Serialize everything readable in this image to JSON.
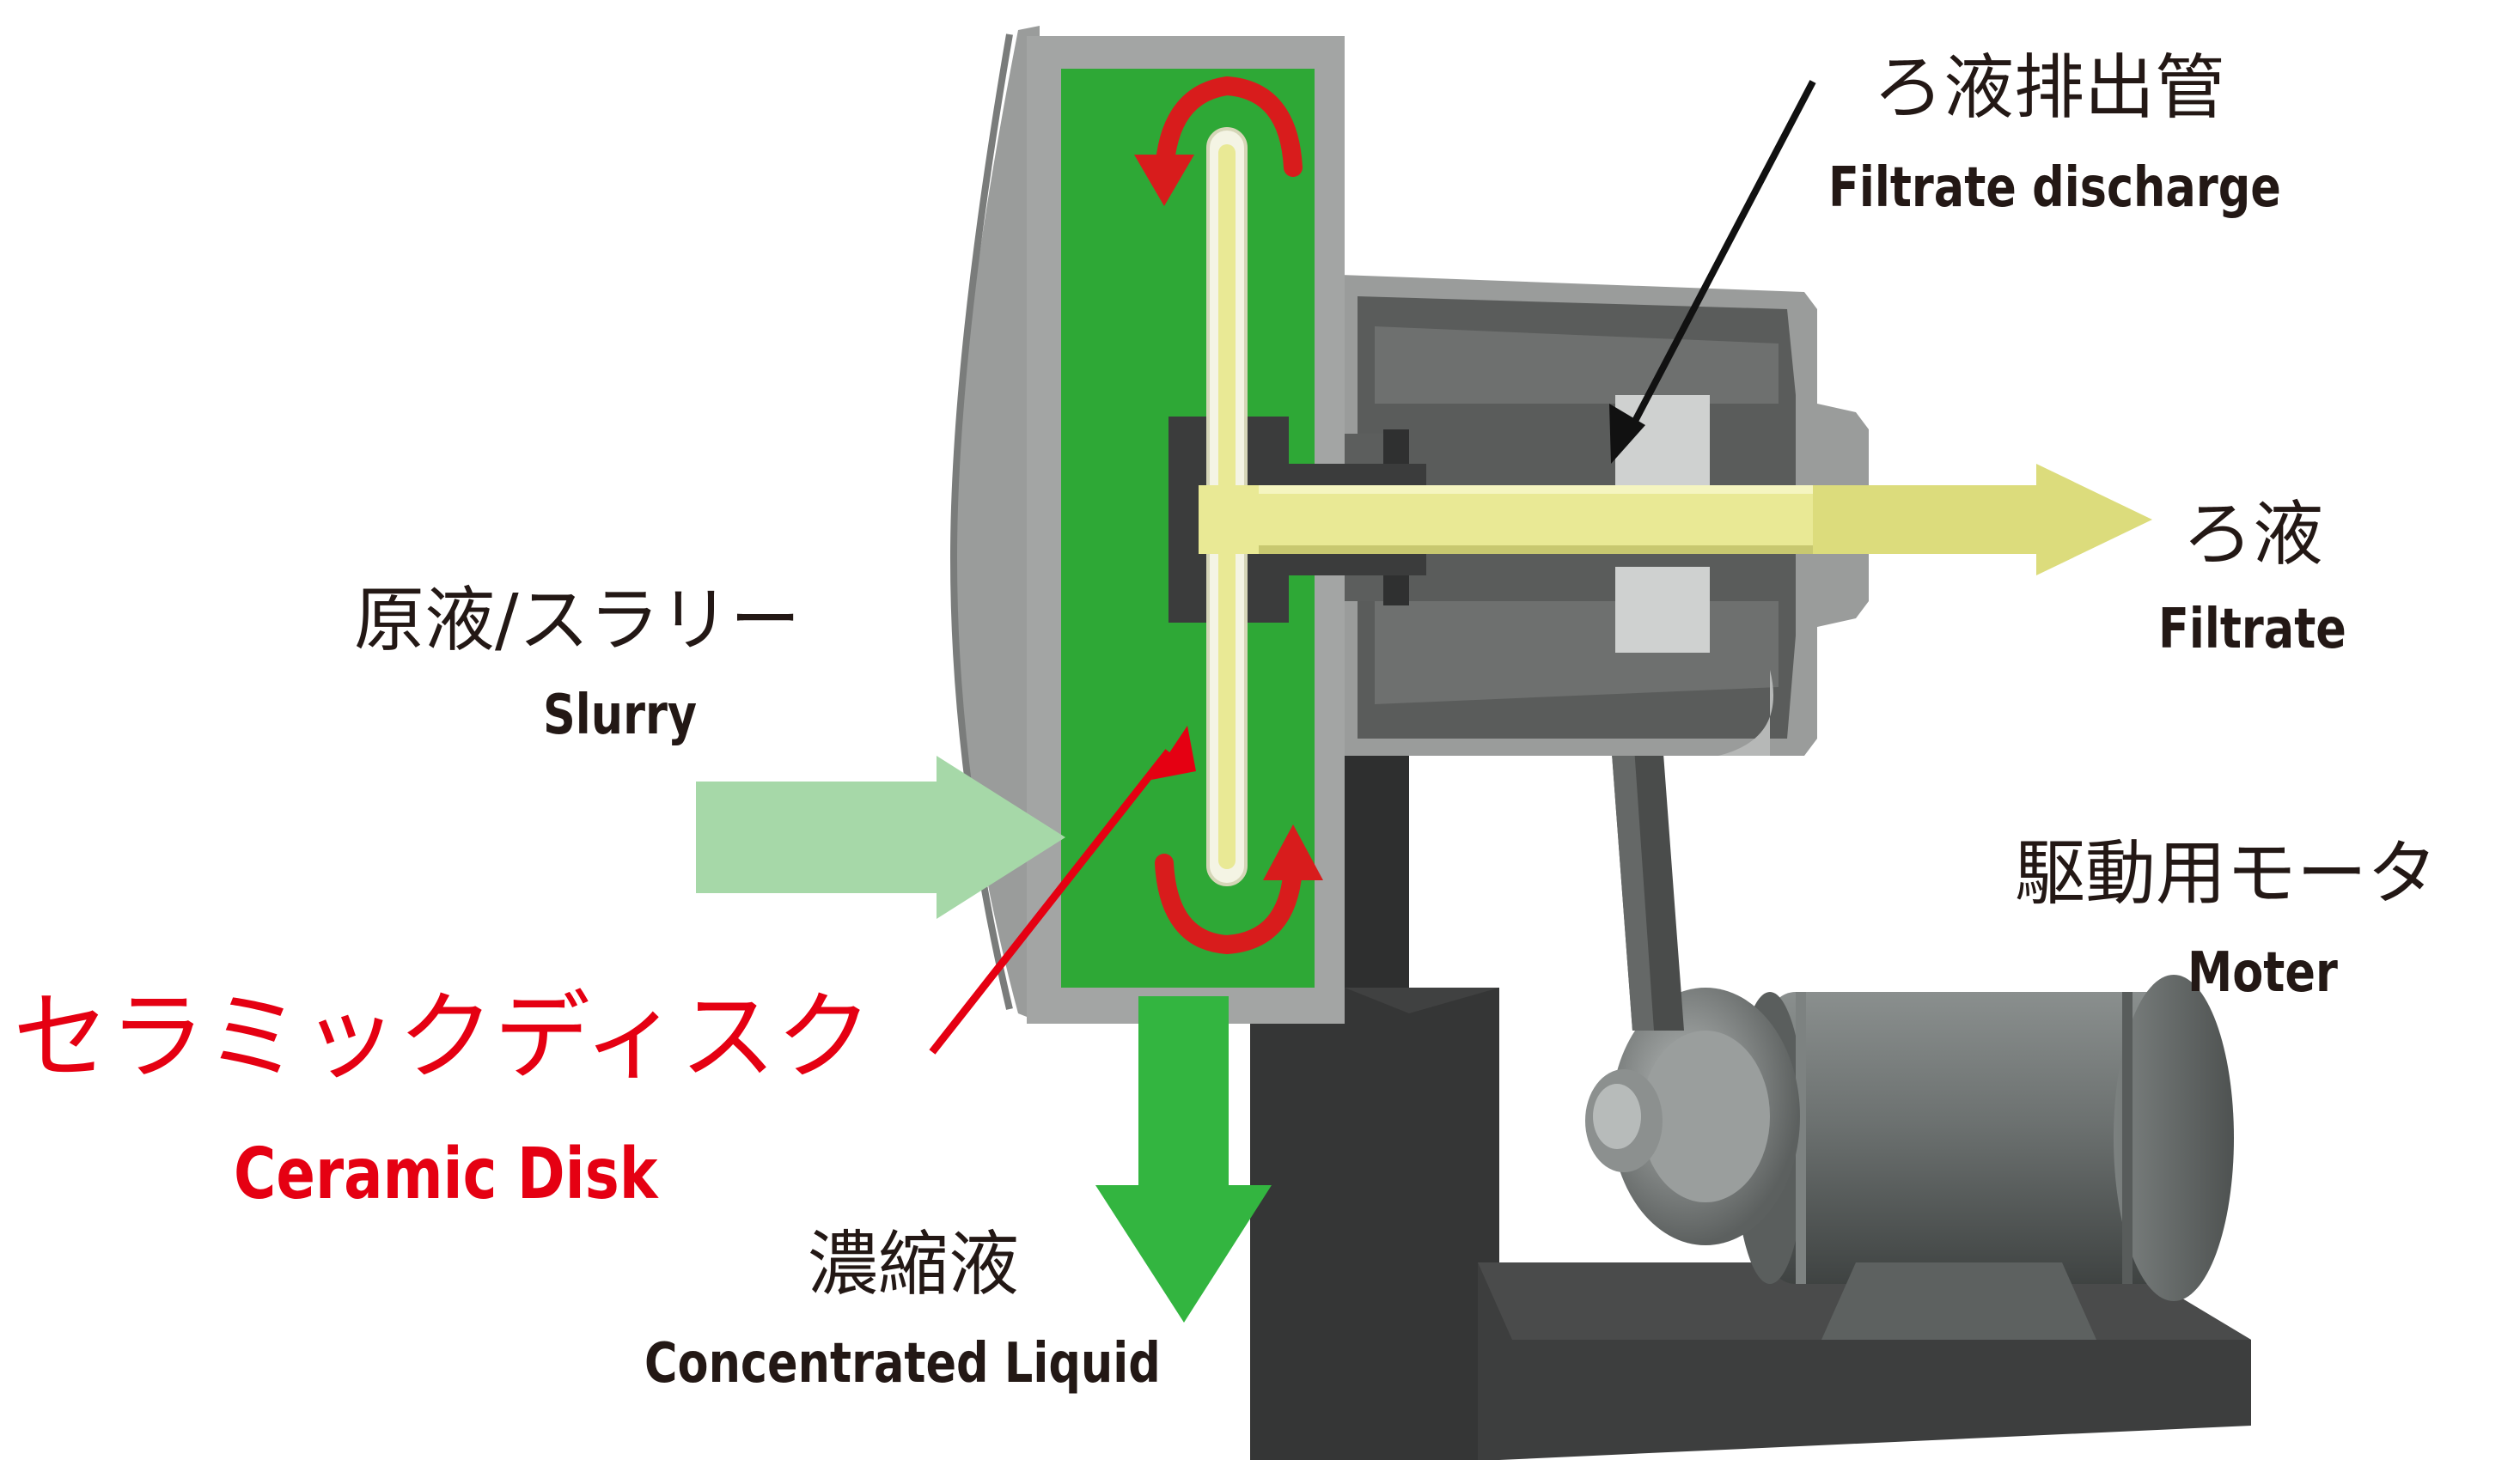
{
  "labels": {
    "filtrate_discharge": {
      "jp": "ろ液排出管",
      "en": "Filtrate discharge"
    },
    "filtrate": {
      "jp": "ろ液",
      "en": "Filtrate"
    },
    "slurry": {
      "jp": "原液/スラリー",
      "en": "Slurry"
    },
    "motor": {
      "jp": "駆動用モータ",
      "en": "Moter"
    },
    "ceramic_disk": {
      "jp": "セラミックディスク",
      "en": "Ceramic Disk"
    },
    "concentrated_liquid": {
      "jp": "濃縮液",
      "en": "Concentrated Liquid"
    }
  },
  "colors": {
    "housing_gray": "#9a9c9b",
    "housing_dark": "#585a59",
    "chamber_green": "#2ea836",
    "slurry_arrow": "#a6d8a8",
    "concentrate_arrow": "#33b540",
    "filtrate_arrow": "#dcdc7c",
    "disk_yellow": "#eeeea0",
    "rotation_red": "#d81c1c",
    "label_red": "#e50012",
    "label_dark": "#231815",
    "stand_dark": "#3a3b3b",
    "motor_gray": "#6c7170"
  }
}
